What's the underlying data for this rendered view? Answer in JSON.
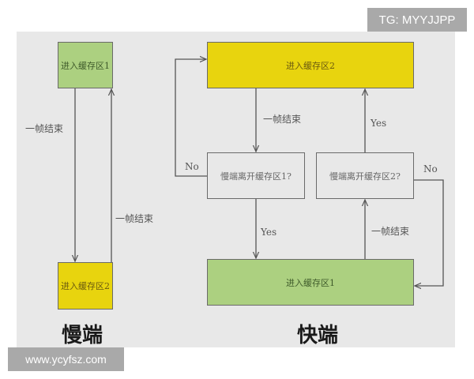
{
  "watermarks": {
    "top_right": "TG: MYYJJPP",
    "bottom_left": "www.ycyfsz.com"
  },
  "colors": {
    "panel_bg": "#e8e8e8",
    "green_box": "#acd080",
    "yellow_box": "#e8d40e",
    "line": "#555555"
  },
  "slow": {
    "title": "慢端",
    "box_top": "进入缓存区1",
    "box_bottom": "进入缓存区2",
    "arrow_down_label": "一帧结束",
    "arrow_up_label": "一帧结束"
  },
  "fast": {
    "title": "快端",
    "box_top": "进入缓存区2",
    "decision_1": "慢端离开缓存区1?",
    "decision_2": "慢端离开缓存区2?",
    "box_bottom": "进入缓存区1",
    "top_to_decision1_label": "一帧结束",
    "decision1_yes_label": "Yes",
    "decision1_no_label": "No",
    "decision2_yes_label": "Yes",
    "decision2_no_label": "No",
    "bottom_to_decision2_label": "一帧结束"
  }
}
